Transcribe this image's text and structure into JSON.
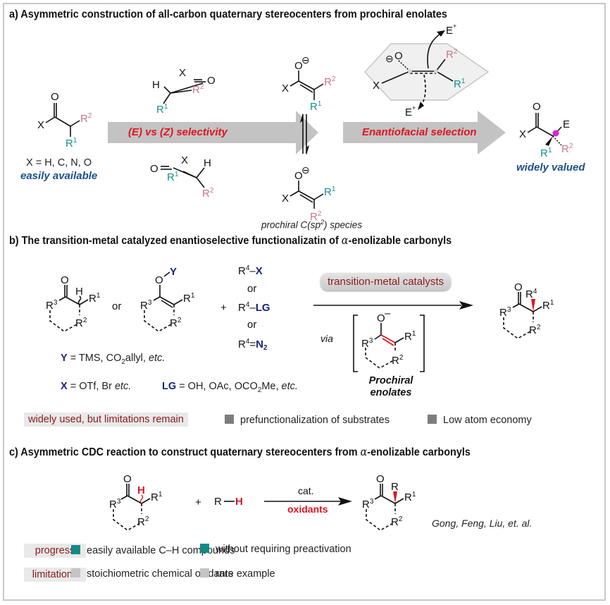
{
  "section_a": {
    "title": "a) Asymmetric construction of all-carbon quaternary stereocenters from prochiral enolates",
    "substrate_note": "X = H, C, N, O",
    "substrate_caption": "easily available",
    "arrow1_label": "(E) vs (Z) selectivity",
    "arrow2_label": "Enantiofacial selection",
    "species_caption_prefix": "prochiral C(sp",
    "species_caption_sup": "2",
    "species_caption_suffix": ") species",
    "product_caption": "widely valued",
    "electrophile": "E",
    "colors": {
      "r1": "#13918c",
      "r2": "#c77686",
      "caption": "#1d4f8c",
      "arrow_label": "#e0141e",
      "arrow_fill": "#c3c3c3",
      "stereocenter": "#e020e0"
    }
  },
  "section_b": {
    "title_prefix": "b) The transition-metal catalyzed enantioselective functionalizatin of ",
    "title_greek": "α",
    "title_suffix": "-enolizable carbonyls",
    "or_label": "or",
    "plus_label": "+",
    "reagents": [
      {
        "r": "R",
        "sup": "4",
        "bond": "–",
        "group": "X"
      },
      {
        "r": "R",
        "sup": "4",
        "bond": "–",
        "group": "LG"
      },
      {
        "r": "R",
        "sup": "4",
        "bond": "=",
        "group": "N2"
      }
    ],
    "reagent_or": "or",
    "catalyst_label": "transition-metal catalysts",
    "via_label": "via",
    "intermediate_caption_1": "Prochiral",
    "intermediate_caption_2": "enolates",
    "y_def": {
      "key": "Y",
      "text": " = TMS, CO",
      "sub": "2",
      "text2": "allyl, ",
      "etc": "etc."
    },
    "x_def": {
      "key": "X",
      "text": " = OTf, Br ",
      "etc": "etc."
    },
    "lg_def": {
      "key": "LG",
      "text": " = OH, OAc, OCO",
      "sub": "2",
      "text2": "Me, ",
      "etc": "etc."
    },
    "tag": "widely used, but limitations remain",
    "limitations": [
      "prefunctionalization of substrates",
      "Low atom economy"
    ],
    "colors": {
      "bullet": "#7d7d7d",
      "tag_text": "#8b1a1a",
      "key": "#1a237e"
    }
  },
  "section_c": {
    "title_prefix": "c) Asymmetric CDC reaction to construct  quaternary stereocenters from ",
    "title_greek": "α",
    "title_suffix": "-enolizable carbonyls",
    "plus_label": "+",
    "reagent": {
      "r": "R",
      "h": "H"
    },
    "cat_label": "cat.",
    "oxidant_label": "oxidants",
    "citation": "Gong, Feng, Liu, et. al.",
    "progress_tag": "progress",
    "progress_items": [
      "easily available C–H compounds",
      "without requiring preactivation"
    ],
    "limitations_tag": "limitations",
    "limitation_items": [
      "stoichiometric chemical oxidants",
      "rare example"
    ],
    "colors": {
      "progress_bullet": "#138a86",
      "limitation_bullet": "#c4c4c4",
      "highlight": "#e0141e"
    }
  },
  "atoms": {
    "O": "O",
    "X": "X",
    "H": "H",
    "Y": "Y",
    "R": "R",
    "R1": "1",
    "R2": "2",
    "R3": "3",
    "R4": "4",
    "minus": "⊖",
    "plus": "+",
    "neg": "–"
  }
}
